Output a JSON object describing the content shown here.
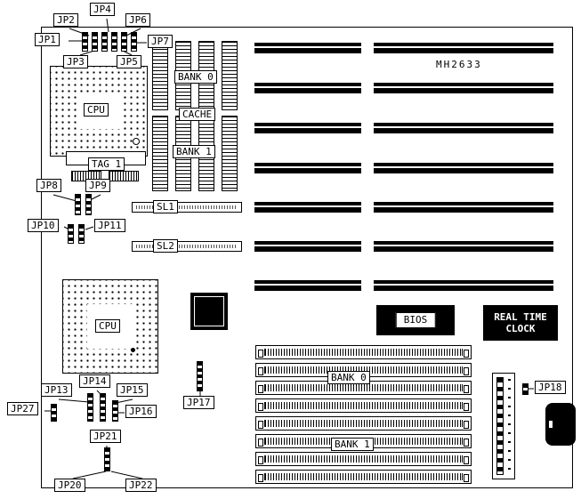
{
  "board": {
    "model": "MH2633",
    "labels": {
      "jp1": "JP1",
      "jp2": "JP2",
      "jp3": "JP3",
      "jp4": "JP4",
      "jp5": "JP5",
      "jp6": "JP6",
      "jp7": "JP7",
      "jp8": "JP8",
      "jp9": "JP9",
      "jp10": "JP10",
      "jp11": "JP11",
      "jp13": "JP13",
      "jp14": "JP14",
      "jp15": "JP15",
      "jp16": "JP16",
      "jp17": "JP17",
      "jp18": "JP18",
      "jp20": "JP20",
      "jp21": "JP21",
      "jp22": "JP22",
      "jp27": "JP27"
    },
    "components": {
      "cpu_top": "CPU",
      "cpu_bottom": "CPU",
      "bank0_cache": "BANK 0",
      "cache": "CACHE",
      "bank1_cache": "BANK 1",
      "tag": "TAG 1",
      "sl1": "SL1",
      "sl2": "SL2",
      "bios": "BIOS",
      "rtc_line1": "REAL TIME",
      "rtc_line2": "CLOCK",
      "bank0_simm": "BANK 0",
      "bank1_simm": "BANK 1"
    }
  }
}
